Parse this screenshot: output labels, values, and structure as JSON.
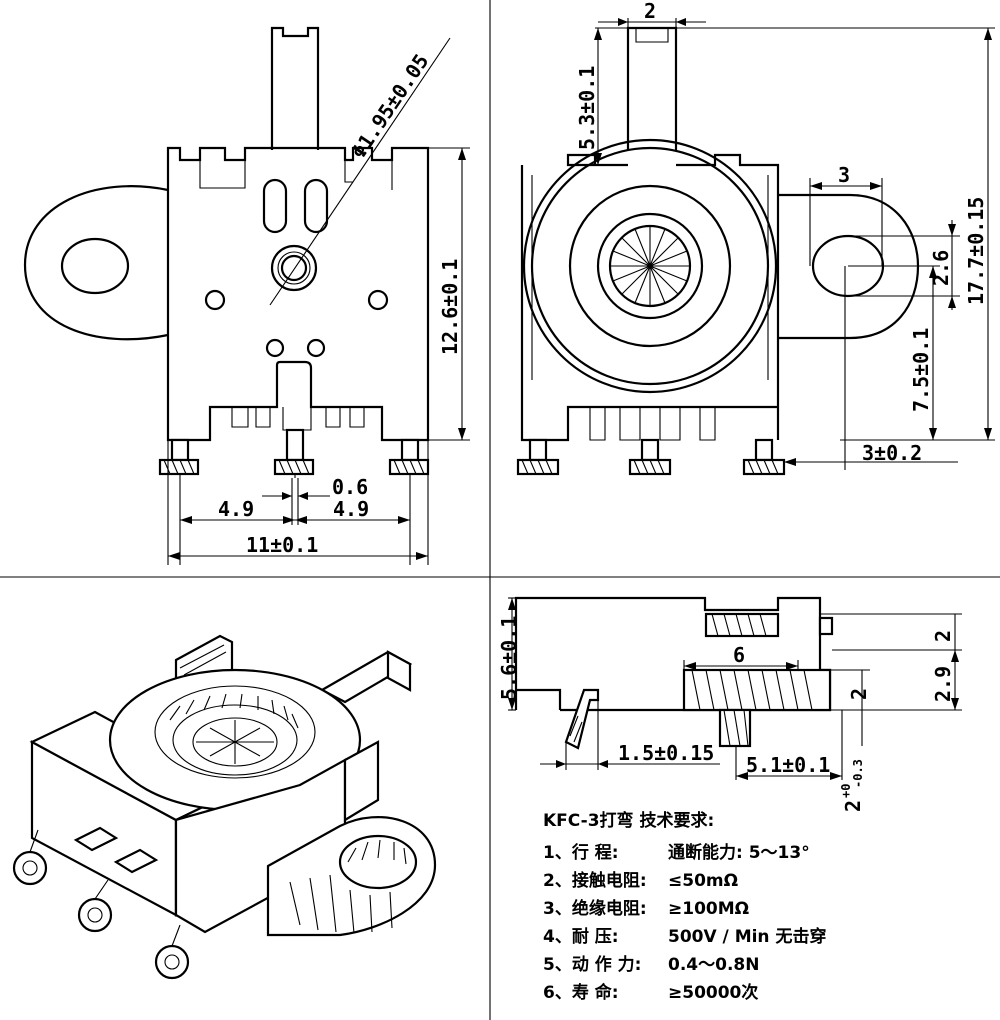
{
  "drawing": {
    "front_view": {
      "diameter": "Φ1.95±0.05",
      "height": "12.6±0.1",
      "pin_width": "0.6",
      "pitch_left": "4.9",
      "pitch_right": "4.9",
      "overall_width": "11±0.1"
    },
    "back_view": {
      "shaft_width": "2",
      "shaft_height": "5.3±0.1",
      "hole_offset": "3",
      "hole_dia": "2.6",
      "total_height": "17.7±0.15",
      "hole_height": "7.5±0.1",
      "tab_offset": "3±0.2"
    },
    "side_view": {
      "thickness": "5.6±0.1",
      "knob_width": "6",
      "top_step": "2",
      "mid_step": "2.9",
      "knob_step": "2",
      "pin_offset": "1.5±0.15",
      "bottom_offset": "5.1±0.1",
      "tol_base": "2",
      "tol_plus": "+0",
      "tol_minus": "-0.3"
    },
    "spec": {
      "title": "KFC-3打弯 技术要求:",
      "rows": [
        {
          "label": "1、行      程:",
          "value": "通断能力: 5～13°"
        },
        {
          "label": "2、接触电阻:",
          "value": "≤50mΩ"
        },
        {
          "label": "3、绝缘电阻:",
          "value": "≥100MΩ"
        },
        {
          "label": "4、耐      压:",
          "value": "500V / Min   无击穿"
        },
        {
          "label": "5、动 作 力:",
          "value": "0.4～0.8N"
        },
        {
          "label": "6、寿      命:",
          "value": "≥50000次"
        }
      ]
    }
  }
}
